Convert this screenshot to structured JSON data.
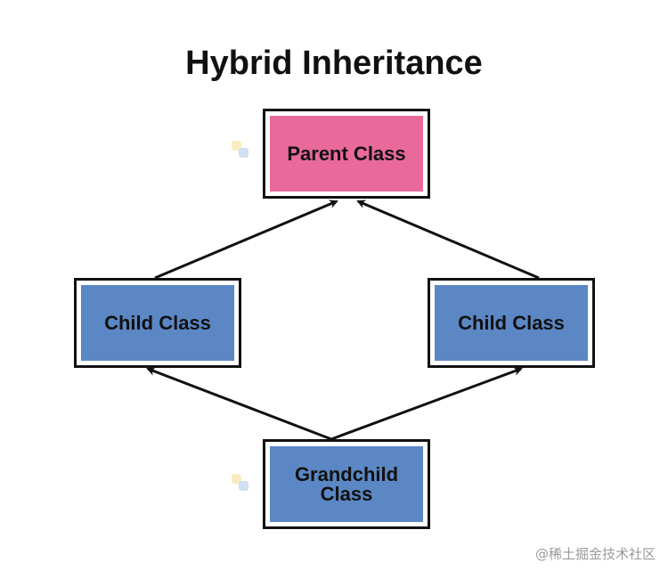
{
  "title": "Hybrid Inheritance",
  "nodes": {
    "parent": {
      "label": "Parent Class",
      "color": "#e9699b"
    },
    "child_left": {
      "label": "Child Class",
      "color": "#5b87c4"
    },
    "child_right": {
      "label": "Child Class",
      "color": "#5b87c4"
    },
    "grandchild": {
      "label_line1": "Grandchild",
      "label_line2": "Class",
      "color": "#5b87c4"
    }
  },
  "edges": [
    {
      "from": "child_left",
      "to": "parent"
    },
    {
      "from": "child_right",
      "to": "parent"
    },
    {
      "from": "grandchild",
      "to": "child_left"
    },
    {
      "from": "grandchild",
      "to": "child_right"
    }
  ],
  "watermark": "@稀土掘金技术社区"
}
